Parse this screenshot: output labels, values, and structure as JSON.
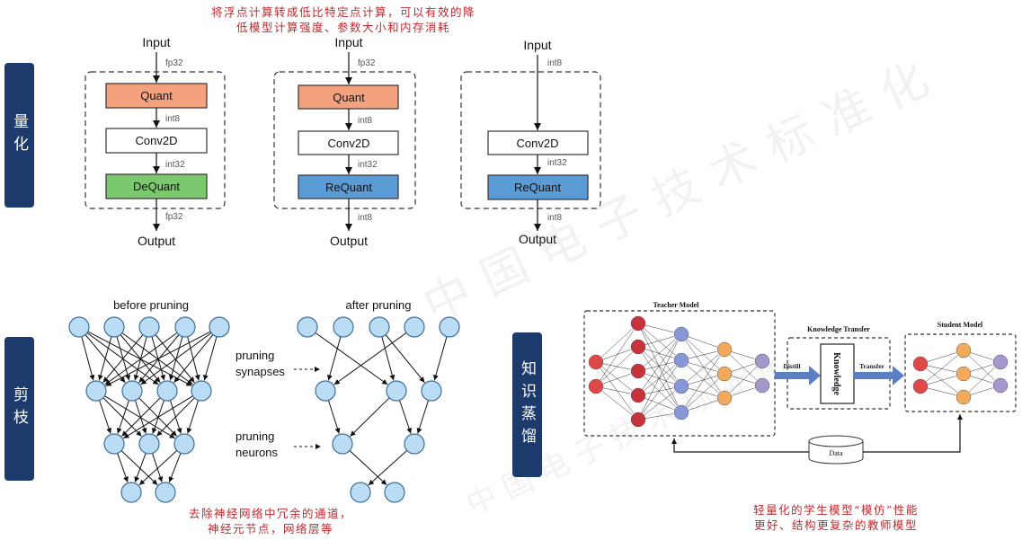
{
  "section_labels": {
    "quantization": "量化",
    "pruning": "剪枝",
    "distillation": "知识蒸馏"
  },
  "quantization": {
    "caption": [
      "将浮点计算转成低比特定点计算，可以有效的降",
      "低模型计算强度、参数大小和内存消耗"
    ],
    "diagrams": [
      {
        "input": "Input",
        "input_dtype": "fp32",
        "blocks": [
          {
            "label": "Quant",
            "color": "#F4A27D"
          },
          {
            "label": "Conv2D",
            "color": "#FFFFFF"
          },
          {
            "label": "DeQuant",
            "color": "#7CC86E"
          }
        ],
        "dtypes": [
          "int8",
          "int32"
        ],
        "output_dtype": "fp32",
        "output": "Output"
      },
      {
        "input": "Input",
        "input_dtype": "fp32",
        "blocks": [
          {
            "label": "Quant",
            "color": "#F4A27D"
          },
          {
            "label": "Conv2D",
            "color": "#FFFFFF"
          },
          {
            "label": "ReQuant",
            "color": "#5B9BD5"
          }
        ],
        "dtypes": [
          "int8",
          "int32"
        ],
        "output_dtype": "int8",
        "output": "Output"
      },
      {
        "input": "Input",
        "input_dtype": "int8",
        "blocks": [
          {
            "label": "Conv2D",
            "color": "#FFFFFF"
          },
          {
            "label": "ReQuant",
            "color": "#5B9BD5"
          }
        ],
        "dtypes": [
          "int32"
        ],
        "output_dtype": "int8",
        "output": "Output"
      }
    ]
  },
  "pruning": {
    "before_title": "before pruning",
    "after_title": "after pruning",
    "synapses_label": [
      "pruning",
      "synapses"
    ],
    "neurons_label": [
      "pruning",
      "neurons"
    ],
    "caption": [
      "去除神经网络中冗余的通道，",
      "神经元节点，网络层等"
    ],
    "neuron_color": "#BADCF4"
  },
  "distillation": {
    "teacher_title": "Teacher Model",
    "transfer_title": "Knowledge Transfer",
    "student_title": "Student Model",
    "knowledge_label": "Knowledge",
    "distill_label": "Distill",
    "transfer_label": "Transfer",
    "data_label": "Data",
    "caption": [
      "轻量化的学生模型“模仿”性能",
      "更好、结构更复杂的教师模型"
    ],
    "colors": {
      "input": "#E04848",
      "hidden_red": "#C8323C",
      "hidden_blue": "#8797D6",
      "hidden_orange": "#F2A95C",
      "output": "#A596CC",
      "arrow": "#5B7FC4"
    }
  },
  "colors": {
    "section_label_bg": "#1C3A6B",
    "caption_text": "#C0282D"
  },
  "watermark": "中国电子技术标准化"
}
